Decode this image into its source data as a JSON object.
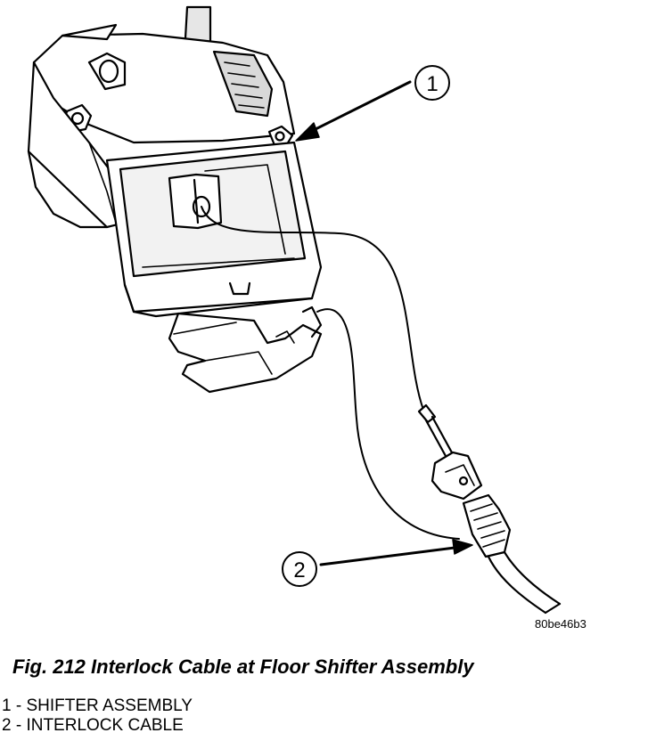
{
  "figure": {
    "code": "80be46b3",
    "caption": "Fig. 212 Interlock Cable at Floor Shifter Assembly"
  },
  "callouts": [
    {
      "number": "1"
    },
    {
      "number": "2"
    }
  ],
  "legend": [
    {
      "text": "1 - SHIFTER ASSEMBLY"
    },
    {
      "text": "2 - INTERLOCK CABLE"
    }
  ],
  "colors": {
    "ink": "#000000",
    "paper": "#ffffff",
    "shade": "#d9d9d9"
  }
}
